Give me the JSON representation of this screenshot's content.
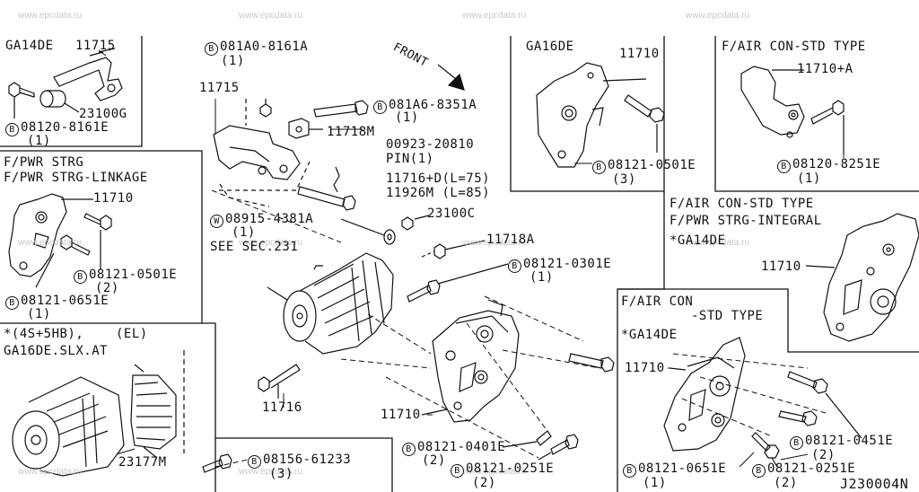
{
  "watermarks": [
    "www.epcdata.ru",
    "www.epcdata.ru",
    "www.epcdata.ru",
    "www.epcdata.ru",
    "www.epcdata.ru",
    "www.epcdata.ru",
    "www.epcdata.ru",
    "www.epcdata.ru",
    "www.epcdata.ru",
    "www.epcdata.ru",
    "www.epcdata.ru"
  ],
  "panel_ga14de": {
    "model": "GA14DE",
    "part_11715": "11715",
    "part_23100g": "23100G",
    "bolt": "08120-8161E",
    "qty": "(1)"
  },
  "panel_pwr_strg": {
    "line1": "F/PWR STRG",
    "line2": "F/PWR STRG-LINKAGE",
    "part_11710": "11710",
    "bolt1": "08121-0501E",
    "bolt1_qty": "(2)",
    "bolt2": "08121-0651E",
    "bolt2_qty": "(1)"
  },
  "panel_el": {
    "line1": "*(4S+5HB),    (EL)",
    "line2": "GA16DE.SLX.AT",
    "part_23177m": "23177M"
  },
  "panel_ga16de": {
    "model": "GA16DE",
    "part_11710": "11710",
    "bolt": "08121-0501E",
    "qty": "(3)"
  },
  "panel_aircon": {
    "title": "F/AIR CON-STD TYPE",
    "part": "11710+A",
    "bolt": "08120-8251E",
    "qty": "(1)"
  },
  "panel_aircon_integral": {
    "line1": "F/AIR CON-STD TYPE",
    "line2": "F/PWR STRG-INTEGRAL",
    "line3": "*GA14DE",
    "part": "11710"
  },
  "panel_aircon_std": {
    "line1": "F/AIR CON",
    "line2": "-STD TYPE",
    "line3": "*GA14DE",
    "part": "11710",
    "bolt1": "08121-0451E",
    "bolt1_qty": "(2)",
    "bolt2": "08121-0651E",
    "bolt2_qty": "(1)",
    "bolt3": "08121-0251E",
    "bolt3_qty": "(2)"
  },
  "center": {
    "front": "FRONT",
    "b1": "081A0-8161A",
    "b1_qty": "(1)",
    "p11715": "11715",
    "b2": "081A6-8351A",
    "b2_qty": "(1)",
    "p11718m": "11718M",
    "pin": "00923-20810",
    "pin_label": "PIN(1)",
    "p11716d": "11716+D(L=75)",
    "p11926m": "11926M (L=85)",
    "w1": "08915-4381A",
    "w1_qty": "(1)",
    "p23100c": "23100C",
    "see_sec": "SEE SEC.231",
    "p11718a": "11718A",
    "b3": "08121-0301E",
    "b3_qty": "(1)",
    "p11716": "11716",
    "p11710": "11710",
    "b4": "08121-0401E",
    "b4_qty": "(2)",
    "b5": "08121-0251E",
    "b5_qty": "(2)",
    "b6": "08156-61233",
    "b6_qty": "(3)"
  },
  "marker_b": "B",
  "marker_w": "W",
  "diagram_code": "J230004N"
}
